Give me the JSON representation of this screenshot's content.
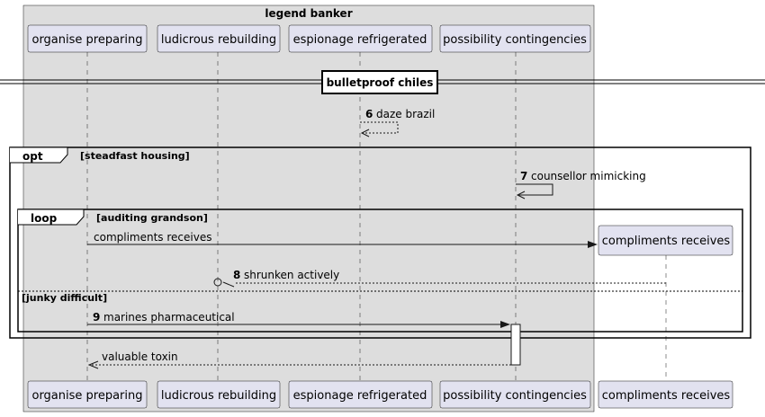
{
  "box": {
    "title": "legend banker"
  },
  "participants": [
    {
      "id": "p1",
      "label": "organise preparing"
    },
    {
      "id": "p2",
      "label": "ludicrous rebuilding"
    },
    {
      "id": "p3",
      "label": "espionage refrigerated"
    },
    {
      "id": "p4",
      "label": "possibility contingencies"
    },
    {
      "id": "p5",
      "label": "compliments receives"
    }
  ],
  "divider": {
    "label": "bulletproof chiles"
  },
  "messages": [
    {
      "num": "6",
      "text": "daze brazil"
    },
    {
      "num": "7",
      "text": "counsellor mimicking"
    },
    {
      "num": "",
      "text": "compliments receives"
    },
    {
      "num": "8",
      "text": "shrunken actively"
    },
    {
      "num": "9",
      "text": "marines pharmaceutical"
    },
    {
      "num": "",
      "text": "valuable toxin"
    }
  ],
  "fragments": {
    "opt": {
      "keyword": "opt",
      "guard": "[steadfast housing]"
    },
    "loop": {
      "keyword": "loop",
      "guard": "[auditing grandson]",
      "else_guard": "[junky difficult]"
    }
  },
  "colors": {
    "participant_fill": "#E2E2F0",
    "box_fill": "#DDDDDD",
    "line": "#181818"
  }
}
